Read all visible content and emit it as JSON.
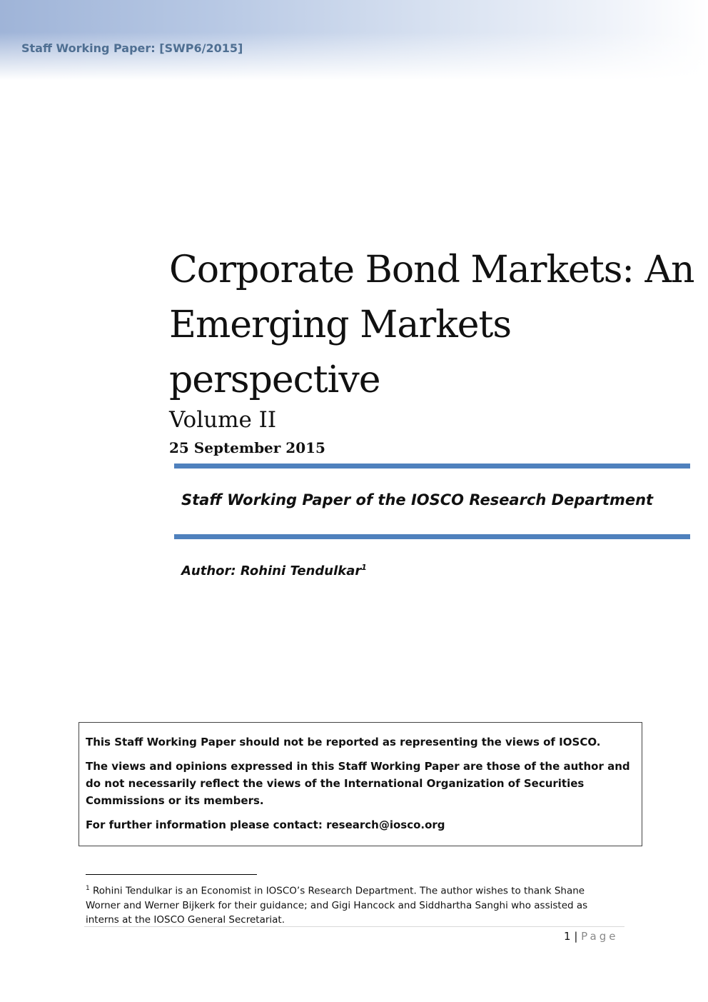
{
  "header": {
    "running_title": "Staff Working Paper: [SWP6/2015]"
  },
  "cover": {
    "title": "Corporate Bond Markets: An Emerging Markets perspective",
    "volume": "Volume II",
    "date": "25 September 2015",
    "subtitle": "Staff Working Paper of the IOSCO Research Department",
    "author_label": "Author: Rohini Tendulkar",
    "author_footnote_mark": "1"
  },
  "disclaimer": {
    "line1": "This Staff Working Paper should not be reported as representing the views of IOSCO.",
    "line2": "The views and opinions expressed in this Staff Working Paper are those of the author and do not necessarily reflect the views of the International Organization of Securities Commissions or its members.",
    "line3": "For further information please contact:  research@iosco.org"
  },
  "footnote": {
    "mark": "1",
    "text": " Rohini Tendulkar is an Economist in IOSCO’s Research Department. The author wishes to thank Shane Worner and Werner Bijkerk for their guidance; and Gigi Hancock and Siddhartha Sanghi who assisted as interns at the IOSCO General Secretariat."
  },
  "footer": {
    "page_number": "1",
    "separator": " | ",
    "page_word": "Page"
  }
}
